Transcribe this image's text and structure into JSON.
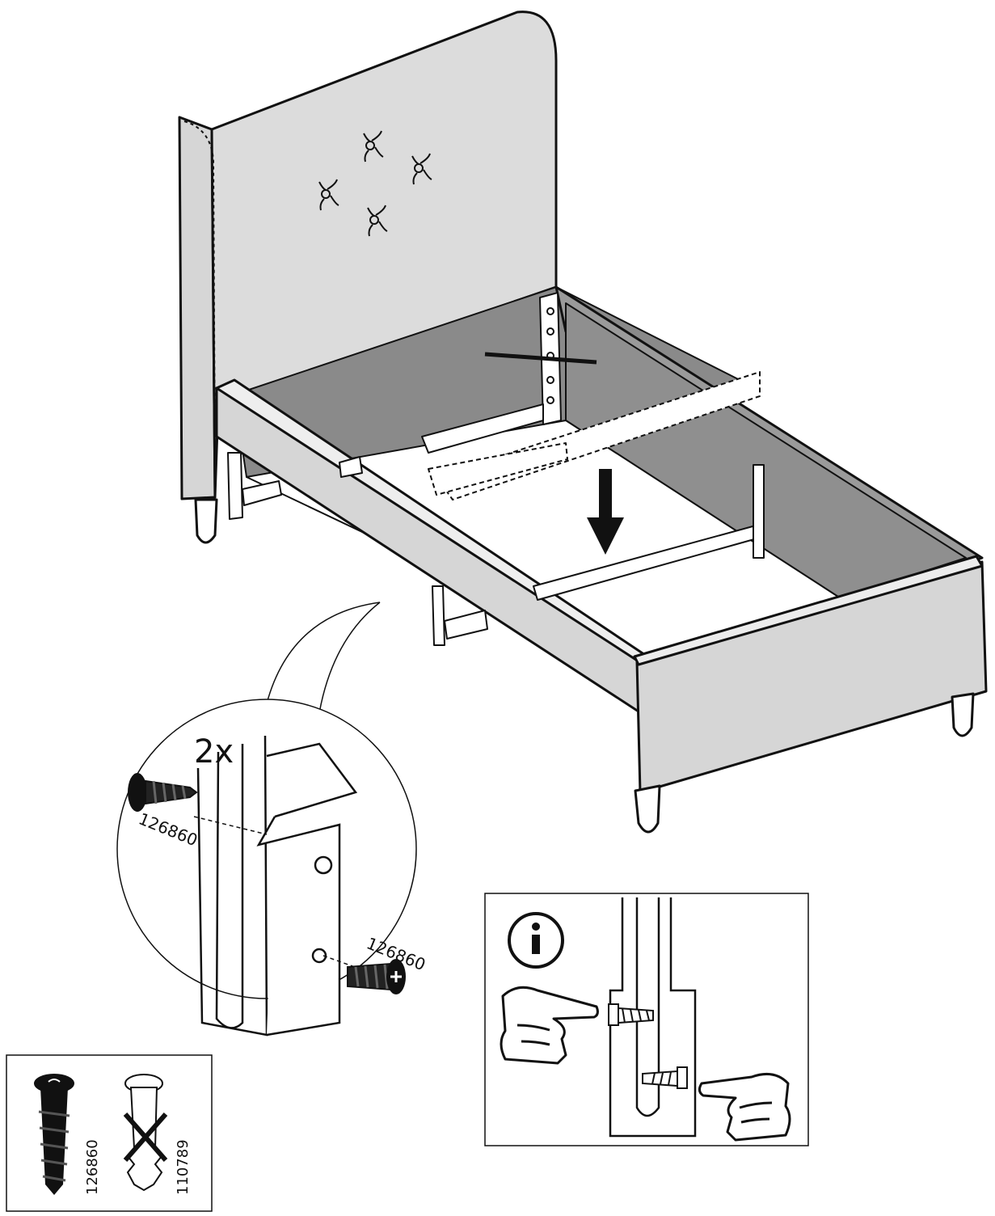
{
  "detail": {
    "quantity": "2x",
    "screw_part_top": "126860",
    "screw_part_bottom": "126860"
  },
  "legend": {
    "correct_screw": "126860",
    "wrong_screw": "110789"
  },
  "colors": {
    "ink": "#111111",
    "panel": "#dcdcdc",
    "panel_dark": "#8a8a8a",
    "paper": "#ffffff"
  },
  "icons": [
    "info-icon",
    "pointing-hand-icon",
    "wrong-cross-icon",
    "screw-icon",
    "down-arrow-icon"
  ]
}
